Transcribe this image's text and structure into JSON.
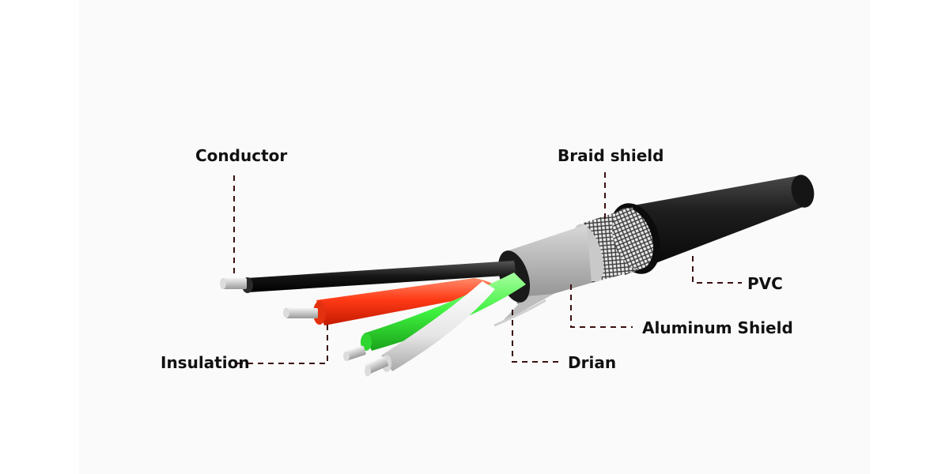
{
  "labels": {
    "conductor": "Conductor",
    "insulation": "Insulation",
    "braid_shield": "Braid shield",
    "pvc": "PVC",
    "aluminum_shield": "Aluminum Shield",
    "drain": "Drian"
  },
  "colors": {
    "jacket": "#1c1c1c",
    "foil": "#b9b9b9",
    "red_wire": "#ff3a16",
    "green_wire": "#3ef03e",
    "white_wire": "#f0f0f0",
    "conductor": "#cfcfcf",
    "leader_line": "#3a1010"
  }
}
